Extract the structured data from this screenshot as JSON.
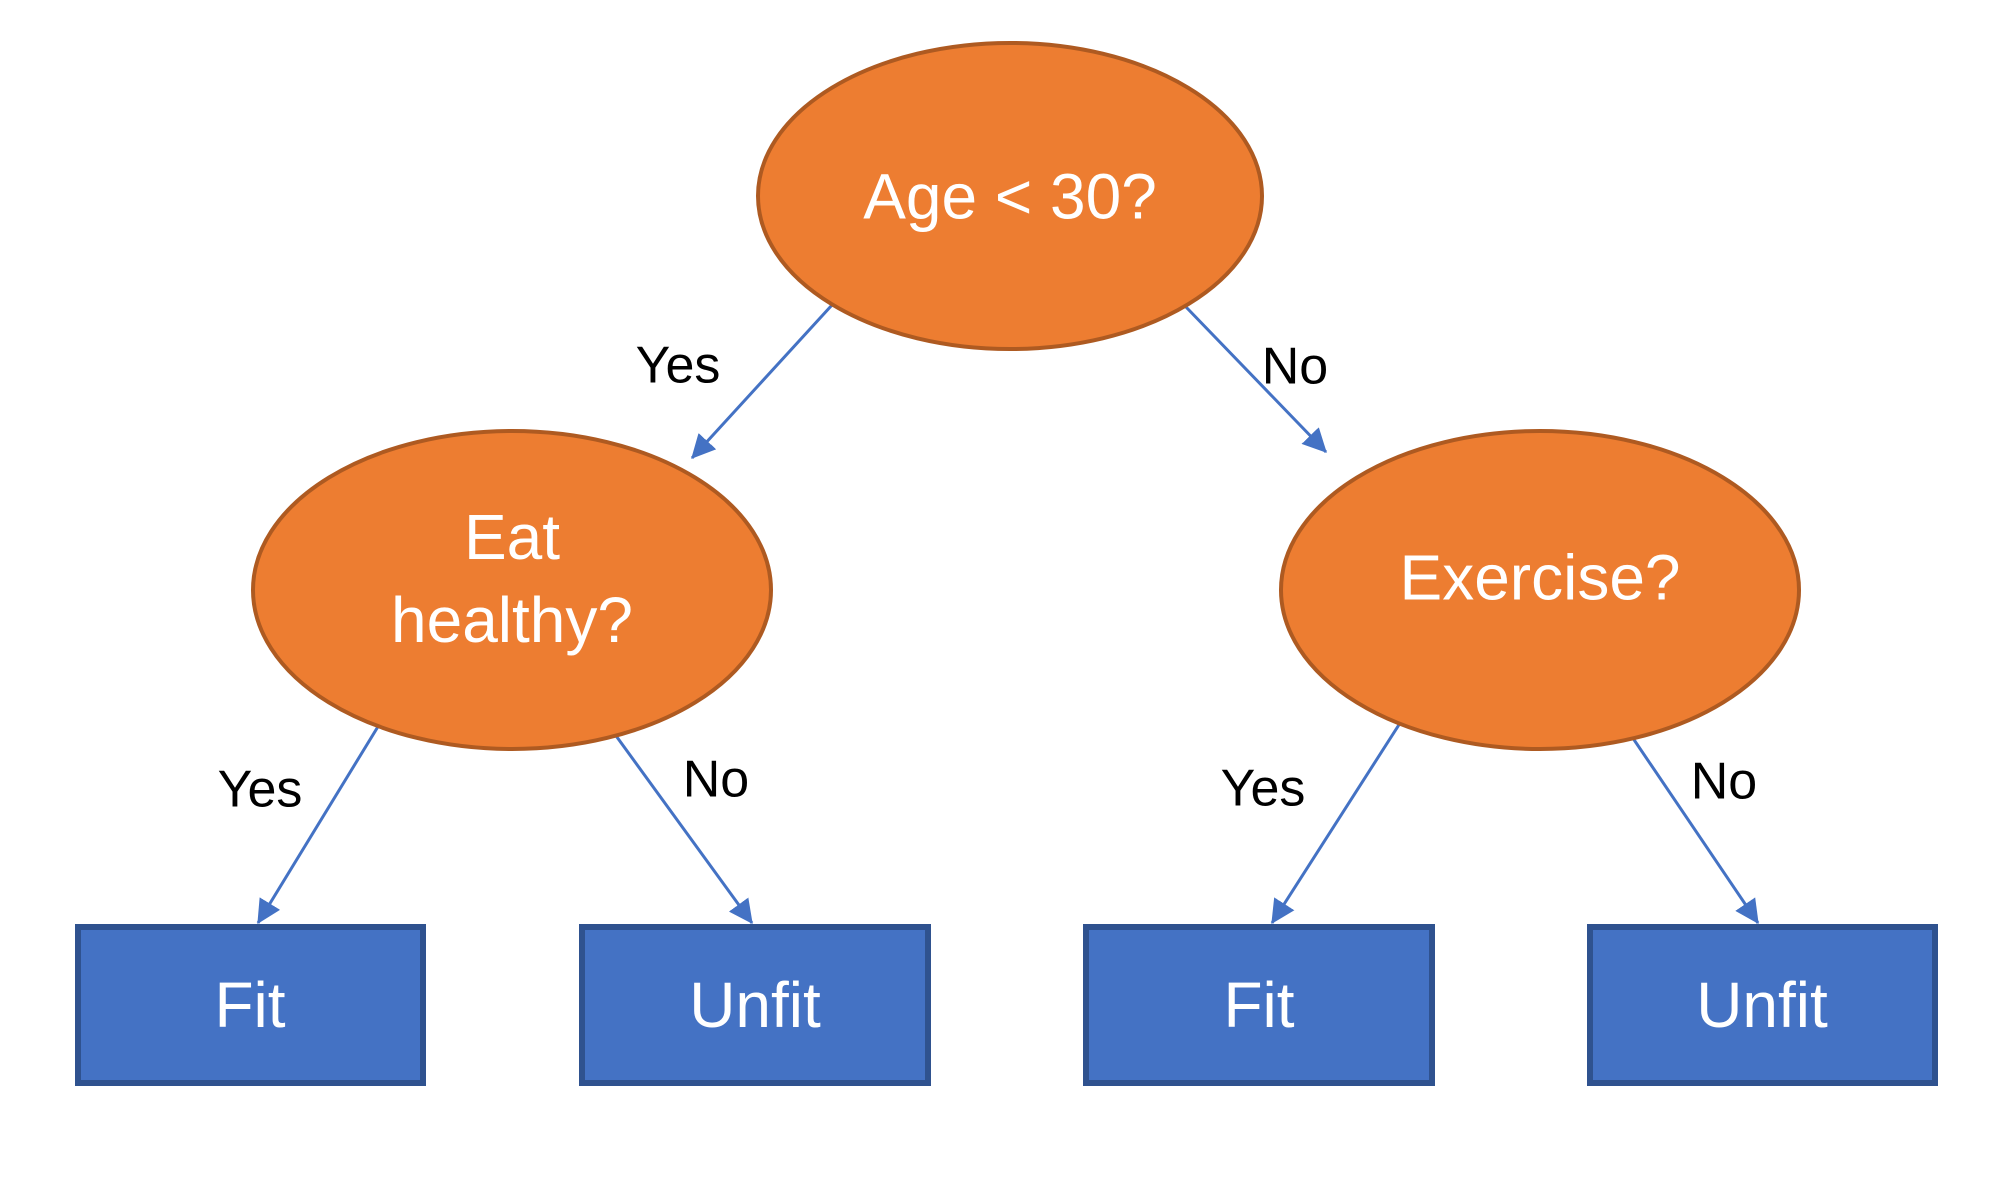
{
  "colors": {
    "background": "#FFFFFF",
    "node_fill": "#ED7D31",
    "node_border": "#AE5A21",
    "leaf_fill": "#4472C4",
    "leaf_border": "#2F528F",
    "arrow": "#4472C4",
    "node_text": "#FFFFFF",
    "edge_text": "#000000"
  },
  "diagram_type": "decision-tree",
  "nodes": [
    {
      "id": "age",
      "type": "decision",
      "shape": "ellipse",
      "label": "Age < 30?"
    },
    {
      "id": "eat-healthy",
      "type": "decision",
      "shape": "ellipse",
      "label": "Eat\nhealthy?"
    },
    {
      "id": "exercise",
      "type": "decision",
      "shape": "ellipse",
      "label": "Exercise?"
    }
  ],
  "leaves": [
    {
      "id": "fit-left",
      "shape": "rect",
      "label": "Fit"
    },
    {
      "id": "unfit-left",
      "shape": "rect",
      "label": "Unfit"
    },
    {
      "id": "fit-right",
      "shape": "rect",
      "label": "Fit"
    },
    {
      "id": "unfit-right",
      "shape": "rect",
      "label": "Unfit"
    }
  ],
  "edges": [
    {
      "from": "age",
      "to": "eat-healthy",
      "label": "Yes"
    },
    {
      "from": "age",
      "to": "exercise",
      "label": "No"
    },
    {
      "from": "eat-healthy",
      "to": "fit-left",
      "label": "Yes"
    },
    {
      "from": "eat-healthy",
      "to": "unfit-left",
      "label": "No"
    },
    {
      "from": "exercise",
      "to": "fit-right",
      "label": "Yes"
    },
    {
      "from": "exercise",
      "to": "unfit-right",
      "label": "No"
    }
  ]
}
